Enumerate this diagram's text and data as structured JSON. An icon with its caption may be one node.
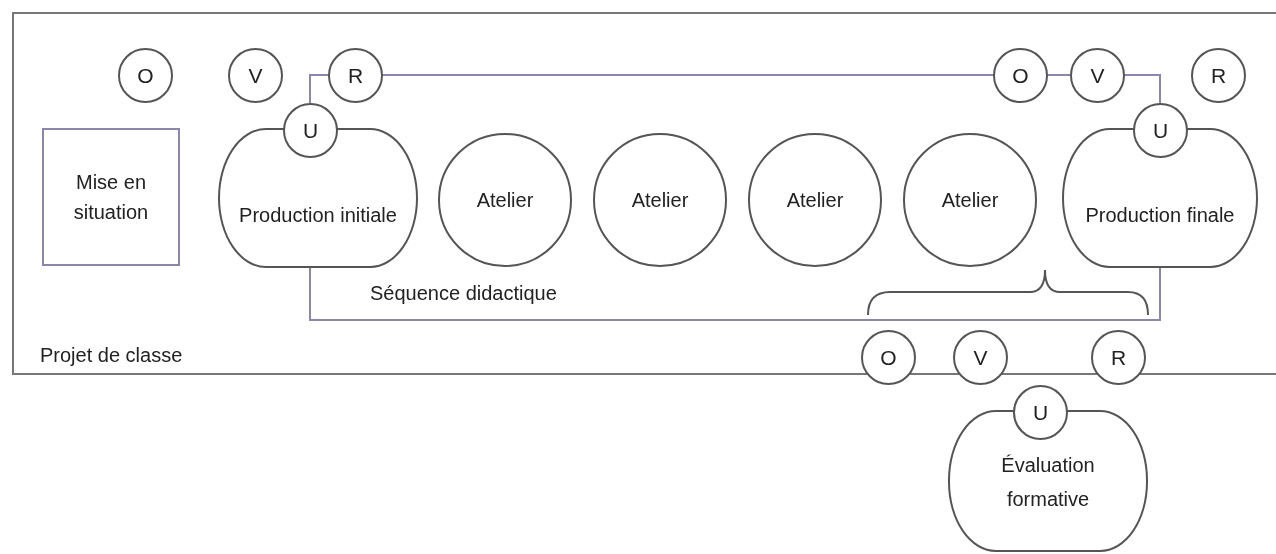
{
  "diagram": {
    "nodes": [
      {
        "text": [
          "Projet de classe"
        ]
      },
      {
        "text": [
          "O"
        ],
        "in": 0
      },
      {
        "text": [
          "V"
        ],
        "in": 0
      },
      {
        "text": [
          "R"
        ],
        "in": 0
      },
      {
        "text": [
          "O"
        ],
        "in": 0
      },
      {
        "text": [
          "V"
        ],
        "in": 0
      },
      {
        "text": [
          "R"
        ],
        "in": 0
      },
      {
        "text": [
          "Mise en situation"
        ],
        "in": 0
      },
      {
        "text": [
          "Séquence didactique"
        ],
        "in": 0
      },
      {
        "text": [
          "U"
        ],
        "in": 0
      },
      {
        "text": [
          "Production initiale"
        ],
        "in": 0
      },
      {
        "text": [
          "Atelier"
        ],
        "in": 8
      },
      {
        "text": [
          "Atelier"
        ],
        "in": 8
      },
      {
        "text": [
          "Atelier"
        ],
        "in": 8
      },
      {
        "text": [
          "Atelier"
        ],
        "in": 8
      },
      {
        "text": [
          "U"
        ],
        "in": 0
      },
      {
        "text": [
          "Production finale"
        ],
        "in": 0
      },
      {
        "text": [
          "O"
        ]
      },
      {
        "text": [
          "V"
        ]
      },
      {
        "text": [
          "R"
        ]
      },
      {
        "text": [
          "U"
        ]
      },
      {
        "text": [
          "Évaluation formative"
        ]
      }
    ]
  }
}
